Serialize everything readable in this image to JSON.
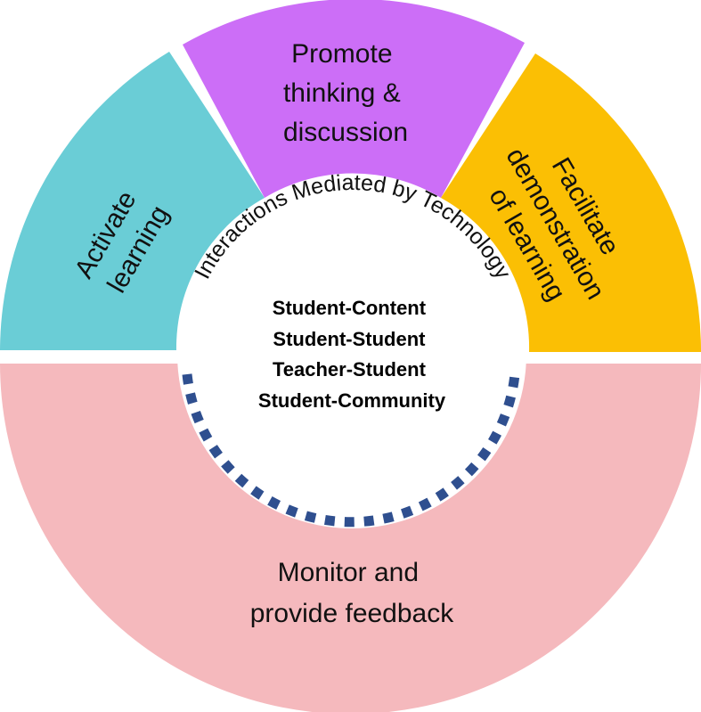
{
  "segments": [
    {
      "id": "promote",
      "lines": [
        "Promote",
        "thinking &",
        "discussion"
      ],
      "color": "#cc6ef7"
    },
    {
      "id": "facilitate",
      "lines": [
        "Facilitate",
        "demonstration",
        "of learning"
      ],
      "color": "#fbbf04"
    },
    {
      "id": "activate",
      "lines": [
        "Activate",
        "learning"
      ],
      "color": "#6acdd6"
    },
    {
      "id": "monitor",
      "lines": [
        "Monitor and",
        "provide feedback"
      ],
      "color": "#f5b9bd"
    }
  ],
  "ring_label": "Interactions Mediated by Technology",
  "center": {
    "items": [
      "Student-Content",
      "Student-Student",
      "Teacher-Student",
      "Student-Community"
    ]
  },
  "dash_color": "#2f4f8f"
}
